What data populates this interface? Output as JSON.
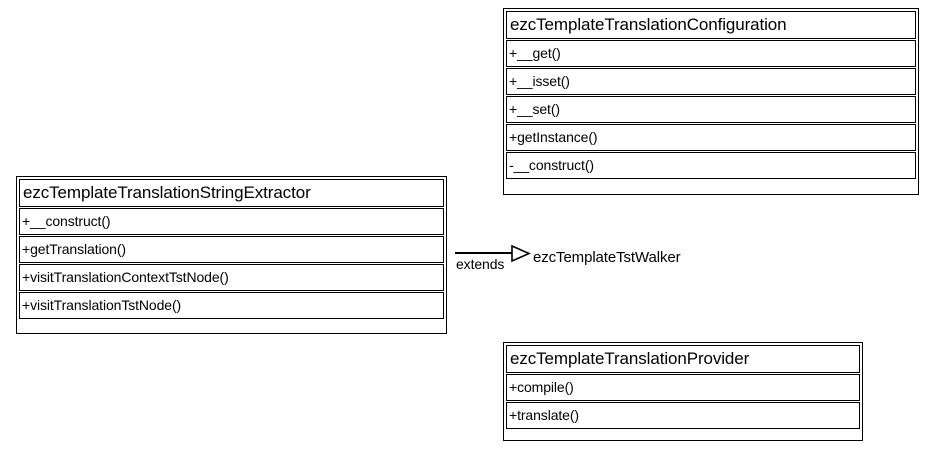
{
  "diagram": {
    "type": "uml-class-diagram",
    "background_color": "#ffffff",
    "line_color": "#000000",
    "classes": [
      {
        "id": "configuration",
        "name": "ezcTemplateTranslationConfiguration",
        "members": [
          "+__get()",
          "+__isset()",
          "+__set()",
          "+getInstance()",
          "-__construct()"
        ]
      },
      {
        "id": "string-extractor",
        "name": "ezcTemplateTranslationStringExtractor",
        "members": [
          "+__construct()",
          "+getTranslation()",
          "+visitTranslationContextTstNode()",
          "+visitTranslationTstNode()"
        ]
      },
      {
        "id": "provider",
        "name": "ezcTemplateTranslationProvider",
        "members": [
          "+compile()",
          "+translate()"
        ]
      }
    ],
    "relations": [
      {
        "id": "extends-tst-walker",
        "kind": "generalization",
        "label": "extends",
        "source": "ezcTemplateTranslationStringExtractor",
        "target": "ezcTemplateTstWalker",
        "arrow": "hollow-triangle"
      }
    ]
  }
}
